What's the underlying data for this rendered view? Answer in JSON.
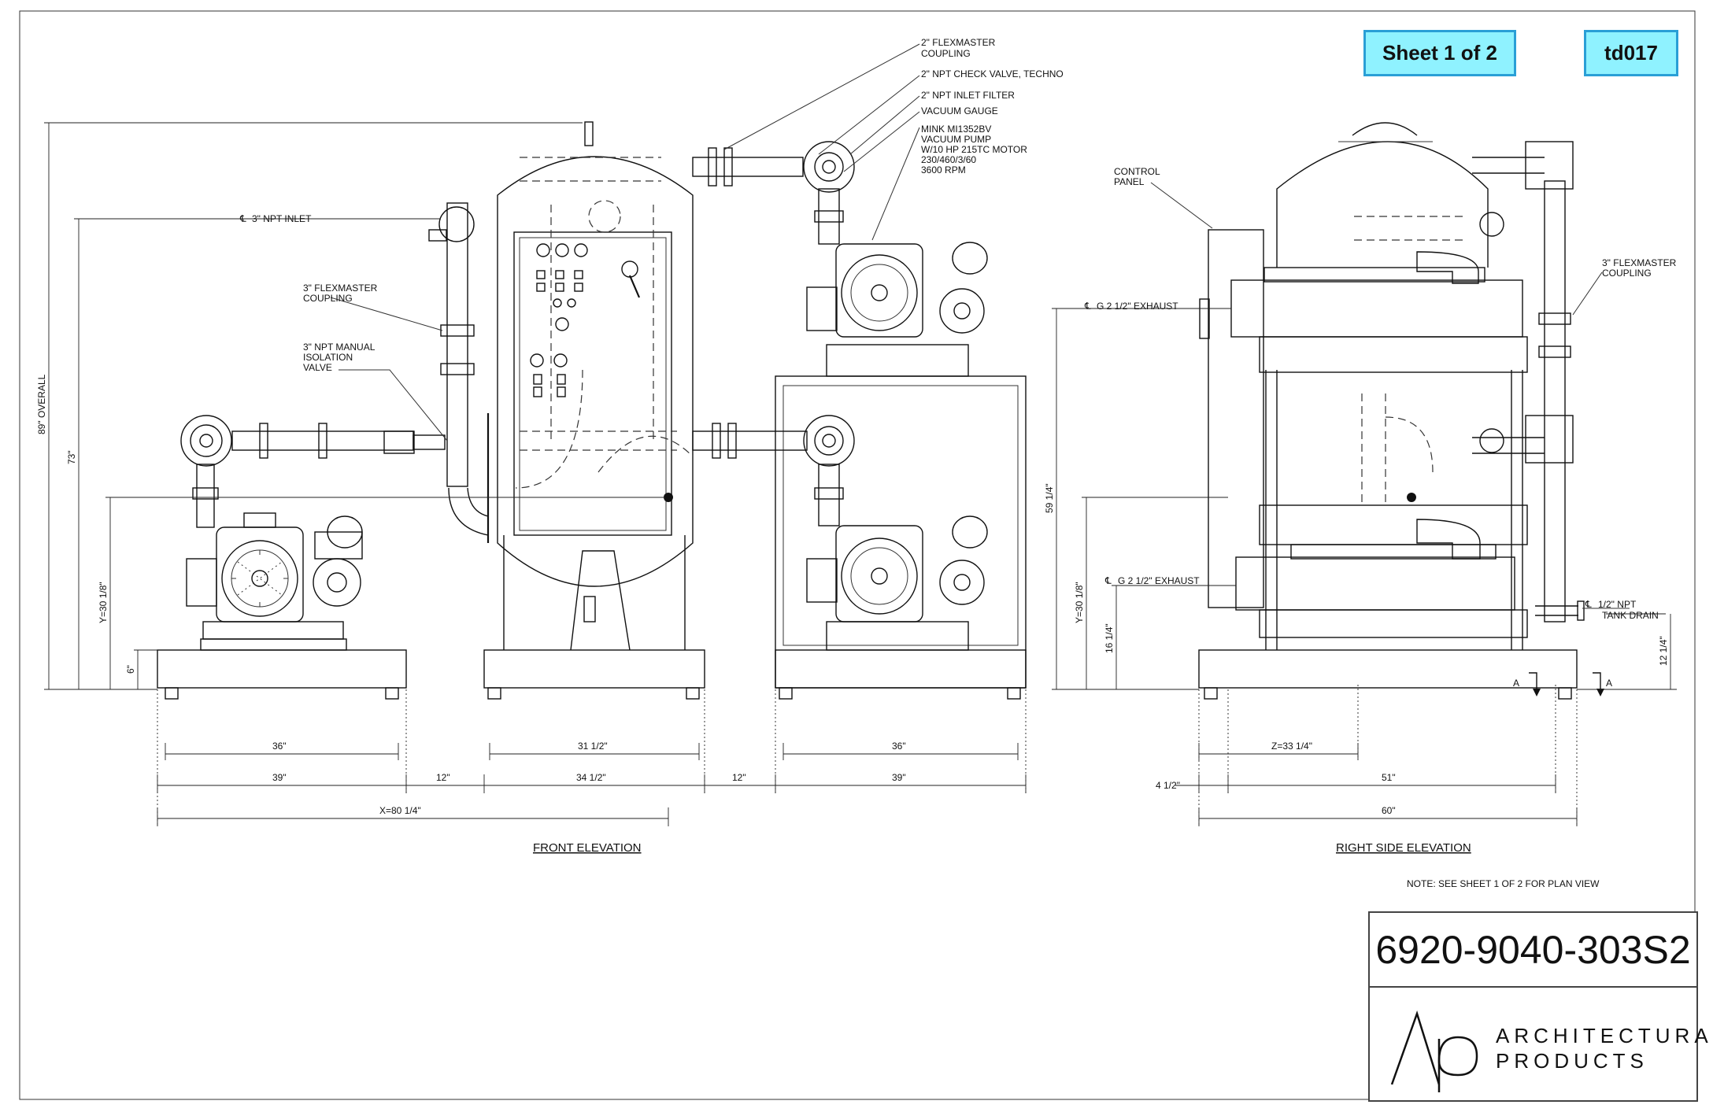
{
  "sheet_label": "Sheet 1 of 2",
  "drawing_code": "td017",
  "drawing_number": "6920-9040-303S2",
  "company": {
    "line1": "ARCHITECTURAL",
    "line2": "PRODUCTS"
  },
  "note": "NOTE: SEE SHEET 1 OF 2 FOR PLAN VIEW",
  "views": {
    "front": "FRONT ELEVATION",
    "side": "RIGHT SIDE ELEVATION"
  },
  "callouts": {
    "flexmaster_2": [
      "2\" FLEXMASTER",
      "COUPLING"
    ],
    "check_valve": "2\" NPT CHECK VALVE, TECHNO",
    "inlet_filter": "2\" NPT INLET FILTER",
    "vacuum_gauge": "VACUUM GAUGE",
    "pump": [
      "MINK MI1352BV",
      "VACUUM PUMP",
      "W/10 HP 215TC MOTOR",
      "230/460/3/60",
      "3600 RPM"
    ],
    "inlet_3": "3\" NPT INLET",
    "flexmaster_3": [
      "3\" FLEXMASTER",
      "COUPLING"
    ],
    "isolation_valve": [
      "3\" NPT MANUAL",
      "ISOLATION",
      "VALVE"
    ],
    "control_panel": [
      "CONTROL",
      "PANEL"
    ],
    "flexmaster_3_side": [
      "3\" FLEXMASTER",
      "COUPLING"
    ],
    "exhaust_upper": "G 2 1/2\" EXHAUST",
    "exhaust_lower": "G 2 1/2\" EXHAUST",
    "tank_drain": [
      "1/2\" NPT",
      "TANK DRAIN"
    ],
    "section_a": "A"
  },
  "dimensions": {
    "overall_height": "89\" OVERALL",
    "height_73": "73\"",
    "y_front": "Y=30 1/8\"",
    "six": "6\"",
    "pump_base_36": "36\"",
    "skid_39_left": "39\"",
    "gap_12_left": "12\"",
    "tank_31_5": "31 1/2\"",
    "tank_34_5": "34 1/2\"",
    "gap_12_right": "12\"",
    "pump_base_36_right": "36\"",
    "skid_39_right": "39\"",
    "x_total": "X=80 1/4\"",
    "side_59_25": "59 1/4\"",
    "side_y": "Y=30 1/8\"",
    "side_16_25": "16 1/4\"",
    "side_12_25": "12 1/4\"",
    "z_dim": "Z=33 1/4\"",
    "side_4_5": "4 1/2\"",
    "side_51": "51\"",
    "side_60": "60\""
  },
  "colors": {
    "badge_fill": "#8ff2ff",
    "badge_border": "#2a9fd6",
    "line": "#111111"
  },
  "icons": [
    "cg-centerline-icon",
    "section-arrow-icon",
    "ap-logo-icon"
  ]
}
